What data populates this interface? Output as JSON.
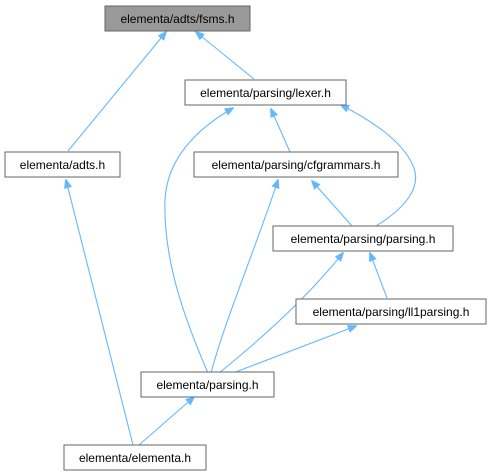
{
  "diagram": {
    "nodes": {
      "fsms": {
        "label": "elementa/adts/fsms.h",
        "root": true
      },
      "lexer": {
        "label": "elementa/parsing/lexer.h"
      },
      "adts": {
        "label": "elementa/adts.h"
      },
      "cfgrammars": {
        "label": "elementa/parsing/cfgrammars.h"
      },
      "parsing_parsing": {
        "label": "elementa/parsing/parsing.h"
      },
      "ll1parsing": {
        "label": "elementa/parsing/ll1parsing.h"
      },
      "parsing": {
        "label": "elementa/parsing.h"
      },
      "elementa": {
        "label": "elementa/elementa.h"
      }
    },
    "edges": [
      {
        "from": "adts",
        "to": "fsms"
      },
      {
        "from": "lexer",
        "to": "fsms"
      },
      {
        "from": "cfgrammars",
        "to": "lexer"
      },
      {
        "from": "parsing_parsing",
        "to": "lexer"
      },
      {
        "from": "parsing",
        "to": "lexer"
      },
      {
        "from": "parsing_parsing",
        "to": "cfgrammars"
      },
      {
        "from": "parsing",
        "to": "cfgrammars"
      },
      {
        "from": "ll1parsing",
        "to": "parsing_parsing"
      },
      {
        "from": "parsing",
        "to": "parsing_parsing"
      },
      {
        "from": "parsing",
        "to": "ll1parsing"
      },
      {
        "from": "elementa",
        "to": "parsing"
      },
      {
        "from": "elementa",
        "to": "adts"
      }
    ],
    "colors": {
      "edge": "#63b8ff",
      "node_border": "#666666",
      "root_fill": "#999999",
      "node_fill": "#ffffff"
    }
  }
}
